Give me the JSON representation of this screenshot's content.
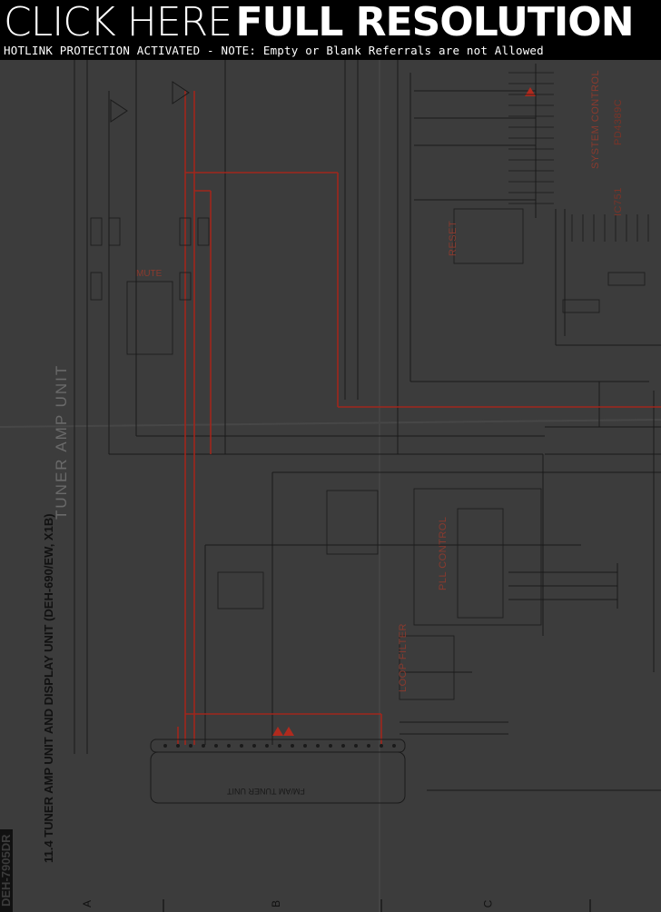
{
  "banner": {
    "title_light": "CLICK HERE",
    "title_bold": "FULL RESOLUTION",
    "note": "HOTLINK PROTECTION ACTIVATED - NOTE: Empty or Blank Referrals are not Allowed"
  },
  "diagram": {
    "section_title": "11.4  TUNER AMP UNIT AND DISPLAY UNIT (DEH-690/EW, X1B)",
    "unit_label": "TUNER AMP UNIT",
    "model_label": "DEH-7905DR",
    "system_control": "SYSTEM CONTROL",
    "ic_label": "IC751",
    "ic_part": "PD4389C",
    "reset_label": "RESET",
    "mute_label": "MUTE",
    "pll_control": "PLL CONTROL",
    "loop_filter": "LOOP FILTER",
    "tuner_unit": "FM/AM TUNER UNIT",
    "grid_letters": [
      "A",
      "B",
      "C"
    ]
  },
  "colors": {
    "background": "#3c3c3c",
    "wire": "#1a1a1a",
    "signal_wire": "#a0261c",
    "banner": "#000000"
  }
}
